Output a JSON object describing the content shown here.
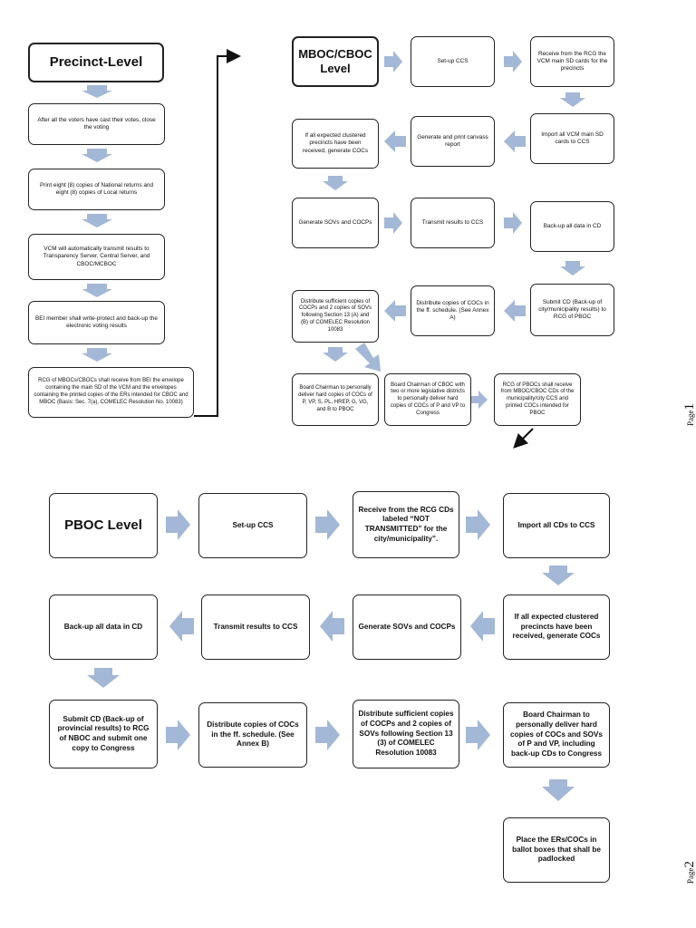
{
  "precinct": {
    "title": "Precinct-Level",
    "step1": "After all the voters have cast their votes, close the voting",
    "step2": "Print eight (8) copies of National returns and eight (8) copies of Local returns",
    "step3": "VCM will automatically transmit results to Transparency Server, Central Server, and CBOC/MCBOC",
    "step4": "BEI member shall write-protect and back-up the electronic voting results",
    "step5": "RCG of MBOCs/CBOCs shall receive from BEI the envelope containing the main SD of the VCM and the envelopes containing the printed copies of the ERs intended for CBOC and MBOC (Basis: Sec. 7(a), COMELEC Resolution No. 10083)"
  },
  "mboc": {
    "title": "MBOC/CBOC Level",
    "setup": "Set-up CCS",
    "receive_sd": "Receive from the RCG the VCM main SD cards for the precincts",
    "import_sd": "Import all VCM main SD cards to CCS",
    "canvass_report": "Generate and print canvass report",
    "generate_cocs": "If all expected clustered precincts have been received, generate COCs",
    "generate_sovs": "Generate SOVs and COCPs",
    "transmit": "Transmit results to CCS",
    "backup": "Back-up all data in CD",
    "submit_cd": "Submit CD (Back-up of city/municipality results) to RCG of PBOC",
    "distribute_cocs": "Distribute copies of COCs in the ff. schedule. (See Annex A)",
    "distribute_cocps": "Distribute sufficient copies of COCPs and 2 copies of SOVs following Section 13 (A) and (B) of COMELEC Resolution 10083",
    "chairman_cocs": "Board Chairman to personally deliver hard copies of COCs of P, VP, S, PL, HREP, G, VG, and B to PBOC",
    "chairman_cboc": "Board Chairman of CBOC with two or more legislative districts to personally deliver hard copies of COCs of P and VP to Congress",
    "rcg_pbocs": "RCG of PBOCs shall receive from MBOC/CBOC CDs of the municipality/city CCS and printed COCs intended for PBOC"
  },
  "pboc": {
    "title": "PBOC Level",
    "setup": "Set-up CCS",
    "receive_cds": "Receive from the RCG CDs labeled “NOT TRANSMITTED” for the city/municipality”.",
    "import_cds": "Import all CDs to CCS",
    "generate_cocs": "If all expected clustered precincts have been received, generate COCs",
    "generate_sovs": "Generate SOVs and COCPs",
    "transmit": "Transmit results to CCS",
    "backup": "Back-up all data in CD",
    "submit_cd": "Submit CD (Back-up of provincial results) to RCG of NBOC and submit one copy to Congress",
    "distribute_cocs": "Distribute copies of COCs in the ff. schedule. (See Annex B)",
    "distribute_cocps": "Distribute sufficient copies of COCPs and 2 copies of SOVs following Section 13 (3) of COMELEC Resolution 10083",
    "chairman": "Board Chairman to personally deliver hard copies of COCs and SOVs of P and VP, including back-up CDs to Congress",
    "place_ers": "Place the ERs/COCs in ballot boxes that shall be padlocked"
  },
  "pages": {
    "page_word": "Page",
    "page1": "1",
    "page2": "2"
  },
  "colors": {
    "arrow_fill": "#a3b7d6",
    "border": "#222222"
  }
}
